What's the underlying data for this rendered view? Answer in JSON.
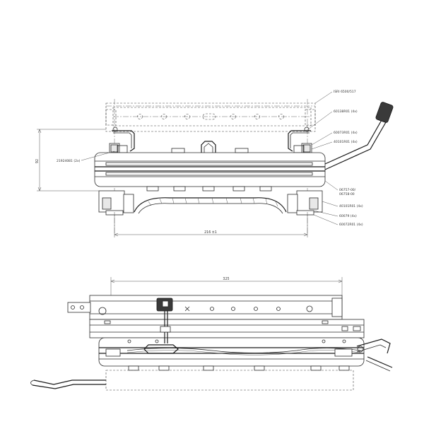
{
  "callouts": {
    "top_right": [
      "ISRI 6500/517",
      "60138R01 (4x)",
      "60073R01 (4x)",
      "40101R01 (4x)",
      "06757-00/",
      "06758-00",
      "40101R01 (4x)",
      "60079 (4x)",
      "60072R01 (4x)"
    ],
    "left": "21924081 (2x)"
  },
  "dimensions": {
    "height": "92",
    "width_top": "216 ±1",
    "width_bottom": "325"
  },
  "colors": {
    "line": "#2a2a2a",
    "background": "#ffffff"
  }
}
